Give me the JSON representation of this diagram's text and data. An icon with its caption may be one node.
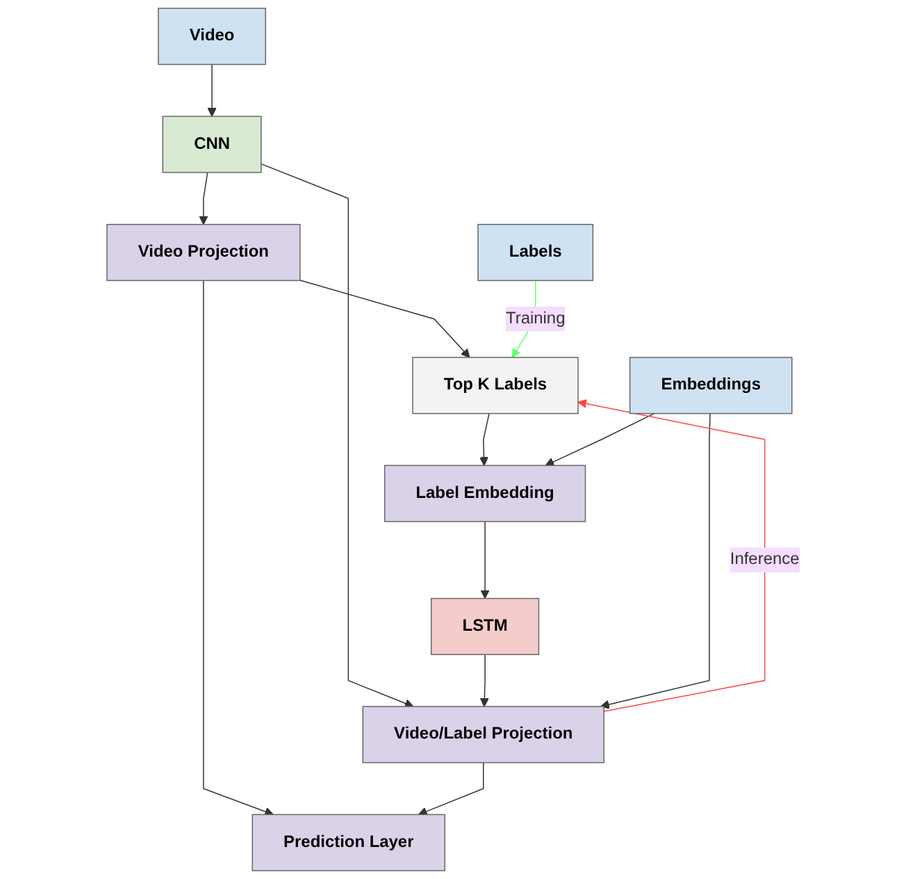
{
  "diagram": {
    "nodes": [
      {
        "text": [
          "Video"
        ]
      },
      {
        "text": [
          "CNN"
        ]
      },
      {
        "text": [
          "Video Projection"
        ]
      },
      {
        "text": [
          "Top K Labels"
        ]
      },
      {
        "text": [
          "Labels"
        ]
      },
      {
        "text": [
          "Label Embedding"
        ]
      },
      {
        "text": [
          "Embeddings"
        ]
      },
      {
        "text": [
          "LSTM"
        ]
      },
      {
        "text": [
          "Video/Label Projection"
        ]
      },
      {
        "text": [
          "Prediction Layer"
        ]
      }
    ],
    "edges": [
      {
        "from": 0,
        "to": 1,
        "arrow": "to"
      },
      {
        "from": 1,
        "to": 2,
        "arrow": "to"
      },
      {
        "from": 1,
        "to": 8,
        "arrow": "to"
      },
      {
        "from": 2,
        "to": 3,
        "arrow": "to"
      },
      {
        "from": 2,
        "to": 9,
        "arrow": "to"
      },
      {
        "from": 4,
        "to": 3,
        "arrow": "to",
        "label": "Training",
        "color": "#66ff66"
      },
      {
        "from": 3,
        "to": 5,
        "arrow": "to"
      },
      {
        "from": 6,
        "to": 5,
        "arrow": "to"
      },
      {
        "from": 5,
        "to": 7,
        "arrow": "to"
      },
      {
        "from": 7,
        "to": 8,
        "arrow": "to"
      },
      {
        "from": 6,
        "to": 8,
        "arrow": "to"
      },
      {
        "from": 8,
        "to": 3,
        "arrow": "to",
        "label": "Inference",
        "color": "#ff4444"
      },
      {
        "from": 8,
        "to": 9,
        "arrow": "to"
      }
    ]
  }
}
